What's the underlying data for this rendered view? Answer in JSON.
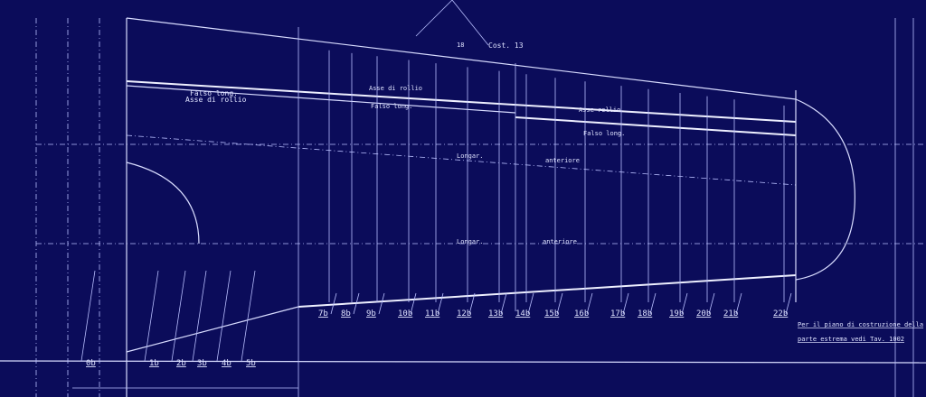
{
  "drawing": {
    "background_color": "#0b0c5a",
    "line_color": "#d8dcff",
    "stations_aft": [
      "0b",
      "1b",
      "2b",
      "3b",
      "4b",
      "5b"
    ],
    "stations_main": [
      "7b",
      "8b",
      "9b",
      "10b",
      "11b",
      "12b",
      "13b",
      "14b",
      "15b",
      "16b",
      "17b",
      "18b",
      "19b",
      "20b",
      "21b",
      "22b"
    ],
    "annotations": {
      "asse_rollio_1": "Asse di rollio",
      "falso_long_1": "Falso long.",
      "asse_rollio_2": "Asse di rollio",
      "falso_long_2": "Falso long.",
      "asse_rollio_3": "Asse rollio",
      "falso_long_3": "Falso long.",
      "longar_1": "Longar.",
      "anteriore_1": "anteriore",
      "longar_2": "Longar.",
      "anteriore_2": "anteriore",
      "cost": "Cost. 13",
      "mark_18": "18"
    },
    "note": {
      "line1": "Per il piano di costruzione della",
      "line2": "parte estrema vedi Tav. 1002"
    }
  }
}
